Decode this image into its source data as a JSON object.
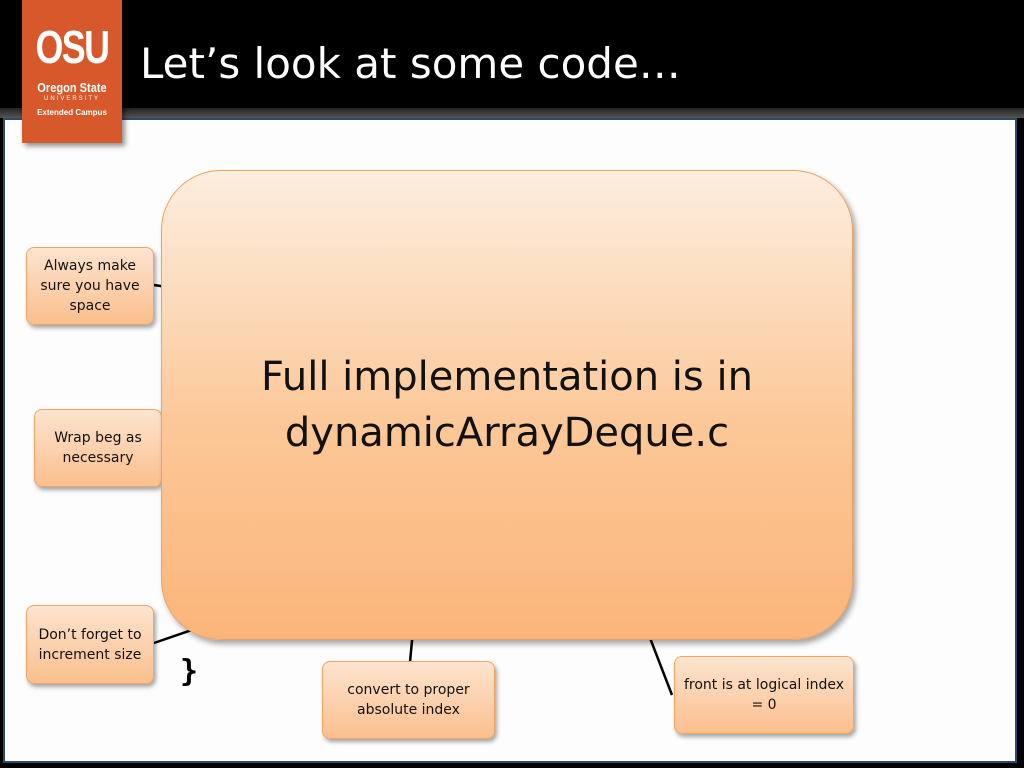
{
  "logo": {
    "mark": "OSU",
    "name": "Oregon State",
    "university": "UNIVERSITY",
    "campus": "Extended Campus",
    "color": "#d7582a"
  },
  "slide": {
    "title": "Let’s look at some code…"
  },
  "main_box": {
    "line1": "Full implementation is in",
    "line2": "dynamicArrayDeque.c"
  },
  "callouts": {
    "space": "Always make sure you have space",
    "wrap": "Wrap beg as necessary",
    "increment": "Don’t forget to increment size",
    "absolute": "convert to proper absolute index",
    "front": "front is at logical index = 0"
  },
  "code": {
    "closing_brace": "}"
  },
  "colors": {
    "title_bar": "#000000",
    "callout_fill": "#fbbf8e",
    "frame_border": "#2e4a6b"
  }
}
